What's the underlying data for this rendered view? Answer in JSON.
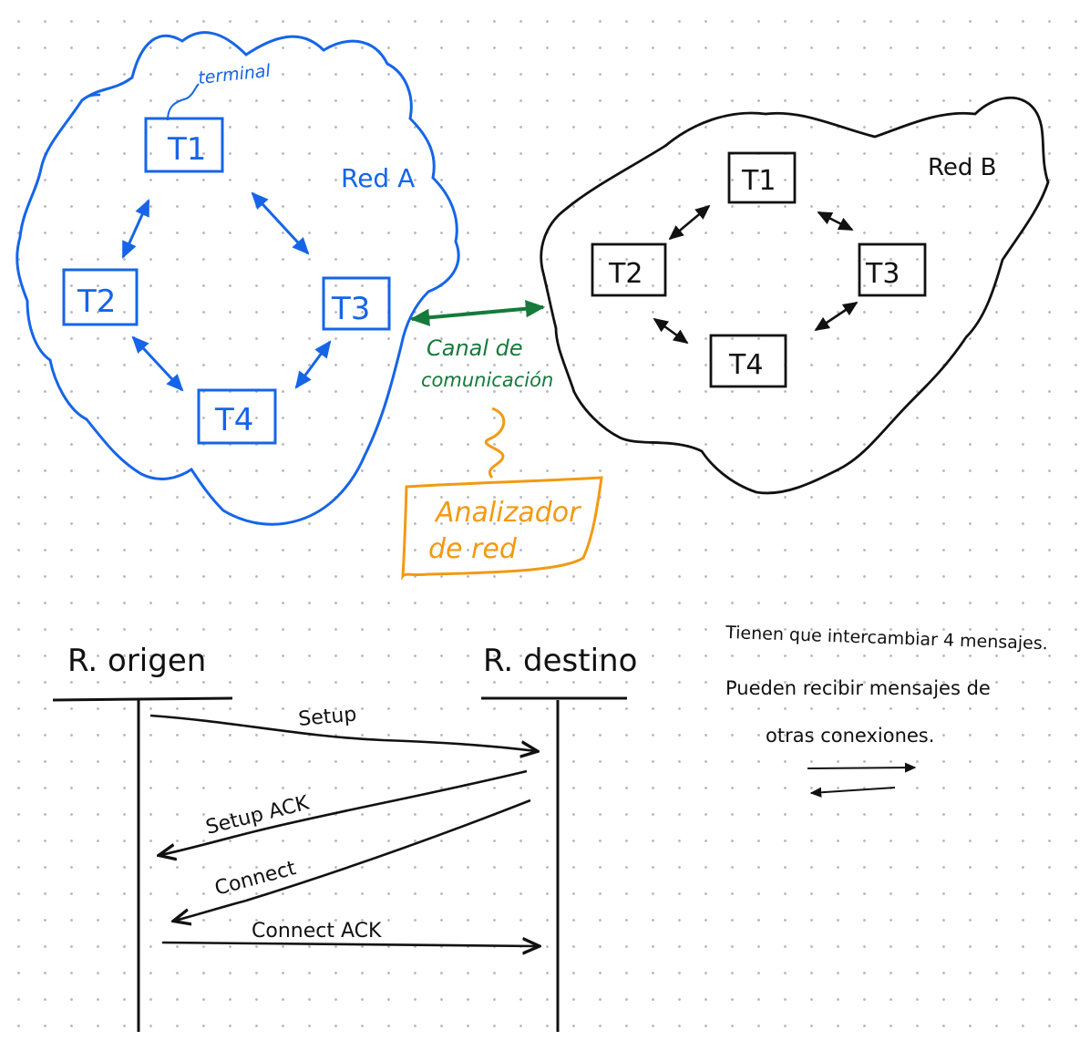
{
  "colors": {
    "network_a": "#1565e8",
    "network_b": "#111111",
    "channel": "#157a3a",
    "analyzer": "#f29a13",
    "sequence": "#111111"
  },
  "network_a": {
    "label": "Red A",
    "annotation": "terminal",
    "terminals": [
      "T1",
      "T2",
      "T3",
      "T4"
    ]
  },
  "network_b": {
    "label": "Red B",
    "terminals": [
      "T1",
      "T2",
      "T3",
      "T4"
    ]
  },
  "channel": {
    "label_line1": "Canal de",
    "label_line2": "comunicación"
  },
  "analyzer": {
    "label_line1": "Analizador",
    "label_line2": "de red"
  },
  "sequence": {
    "left_title": "R. origen",
    "right_title": "R. destino",
    "messages": [
      "Setup",
      "Setup ACK",
      "Connect",
      "Connect ACK"
    ]
  },
  "notes": {
    "line1": "Tienen que intercambiar 4 mensajes.",
    "line2": "Pueden recibir mensajes de",
    "line3": "otras conexiones."
  }
}
